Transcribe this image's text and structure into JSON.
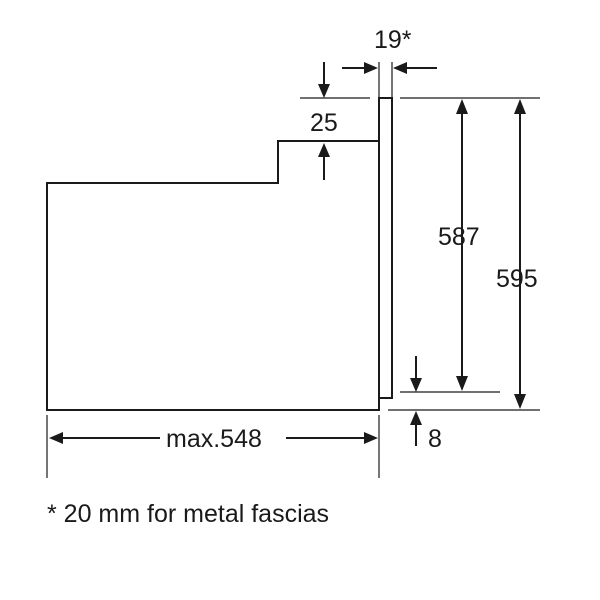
{
  "dimensions": {
    "panel_gap": "19*",
    "step_height": "25",
    "inner_height": "587",
    "total_height": "595",
    "max_depth": "max.548",
    "bottom_gap": "8"
  },
  "footnote": "* 20 mm for metal fascias",
  "colors": {
    "ink": "#1a1a1a",
    "background": "#ffffff"
  }
}
